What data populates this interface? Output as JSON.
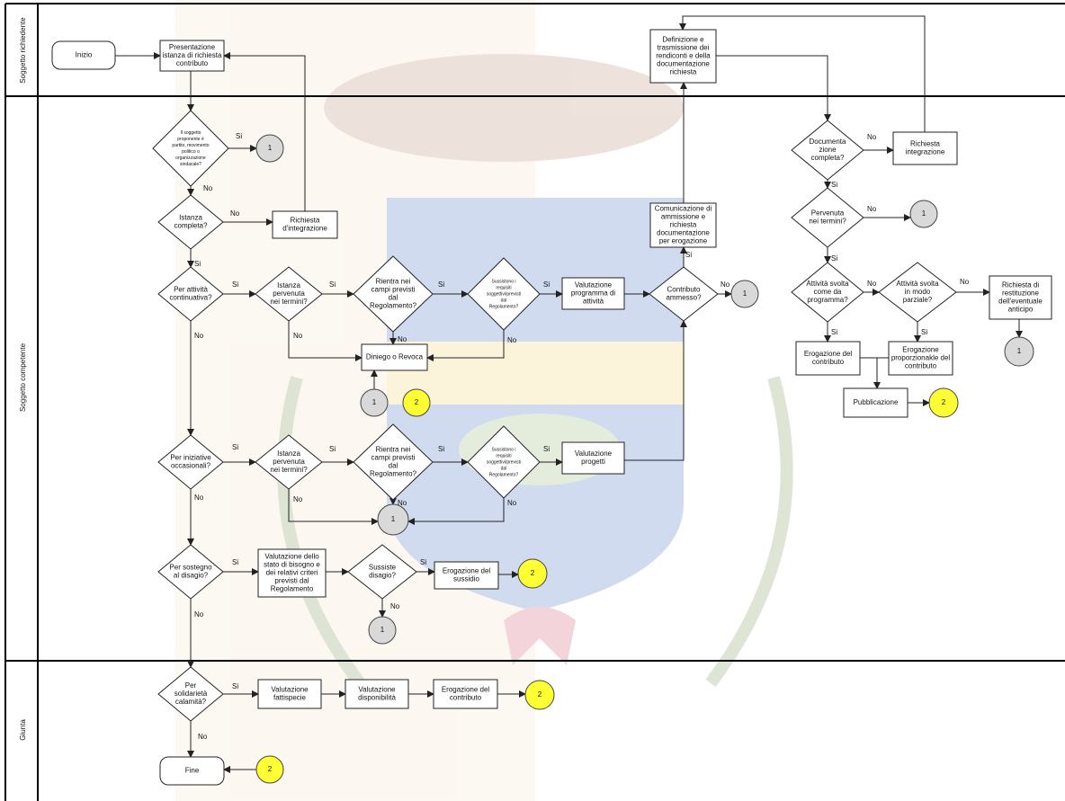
{
  "lanes": {
    "top": "Soggetto richiedente",
    "mid": "Soggetto competente",
    "bottom": "Giunta"
  },
  "colors": {
    "connector_grey": "#d9d9d9",
    "connector_yellow": "#ffff33",
    "watermark": "#e8c9a0"
  },
  "nodes": {
    "inizio": "Inizio",
    "presentazione": [
      "Presentazione",
      "istanza di richiesta",
      "contributo"
    ],
    "q_partito": [
      "Il soggetto",
      "proponente è",
      "partito, movimento",
      "politico o",
      "organizzazione",
      "sindacale?"
    ],
    "q_istanza": [
      "Istanza",
      "completa?"
    ],
    "richiesta_integr1": [
      "Richiesta",
      "d'integrazione"
    ],
    "q_continuativa": [
      "Per attività",
      "continuativa?"
    ],
    "q_pervenuta1": [
      "Istanza",
      "pervenuta",
      "nei termini?"
    ],
    "q_rientra1": [
      "Rientra nei",
      "campi previsti",
      "dal",
      "Regolamento?"
    ],
    "q_sussistono1": [
      "Sussistono i",
      "requisiti",
      "soggettivi/previsti",
      "dal",
      "Regolamento?"
    ],
    "valut_programma": [
      "Valutazione",
      "programma di",
      "attività"
    ],
    "q_contributo": [
      "Contributo",
      "ammesso?"
    ],
    "comunicazione": [
      "Comunicazione di",
      "ammissione e",
      "richiesta",
      "documentazione",
      "per erogazione"
    ],
    "definizione": [
      "Definizione e",
      "trasmissione dei",
      "rendiconti e della",
      "documentazione",
      "richiesta"
    ],
    "diniego": "Diniego o Revoca",
    "q_occasionali": [
      "Per iniziative",
      "occasionali?"
    ],
    "q_pervenuta2": [
      "Istanza",
      "pervenuta",
      "nei termini?"
    ],
    "q_rientra2": [
      "Rientra nei",
      "campi previsti",
      "dal",
      "Regolamento?"
    ],
    "q_sussistono2": [
      "Sussistono i",
      "requisiti",
      "soggettivi/previsti",
      "dal",
      "Regolamento?"
    ],
    "valut_progetti": [
      "Valutazione",
      "progetti"
    ],
    "q_disagio": [
      "Per sostegno",
      "al disagio?"
    ],
    "valut_bisogno": [
      "Valutazione dello",
      "stato di bisogno e",
      "dei relativi criteri",
      "previsti dal",
      "Regolamento"
    ],
    "q_sussiste": [
      "Sussiste",
      "disagio?"
    ],
    "erog_sussidio": [
      "Erogazione del",
      "sussidio"
    ],
    "q_documentazione": [
      "Documenta",
      "zione",
      "completa?"
    ],
    "richiesta_integr2": [
      "Richiesta",
      "integrazione"
    ],
    "q_pervenuta3": [
      "Pervenuta",
      "nei termini?"
    ],
    "q_attivita_prog": [
      "Attività svolta",
      "come da",
      "programma?"
    ],
    "q_attivita_parz": [
      "Attività svolta",
      "in modo",
      "parziale?"
    ],
    "richiesta_restit": [
      "Richiesta di",
      "restituzione",
      "dell'eventuale",
      "anticipo"
    ],
    "erog_contributo1": [
      "Erogazione del",
      "contributo"
    ],
    "erog_proporz": [
      "Erogazione",
      "proporzionakle del",
      "contributo"
    ],
    "pubblicazione": "Pubblicazione",
    "q_solidarieta": [
      "Per",
      "solidarietà",
      "calamità?"
    ],
    "valut_fattispecie": [
      "Valutazione",
      "fattispecie"
    ],
    "valut_disponibilita": [
      "Valutazione",
      "disponibilità"
    ],
    "erog_contributo2": [
      "Erogazione del",
      "contributo"
    ],
    "fine": "Fine"
  },
  "labels": {
    "si": "Si",
    "no": "No",
    "c1": "1",
    "c2": "2"
  }
}
